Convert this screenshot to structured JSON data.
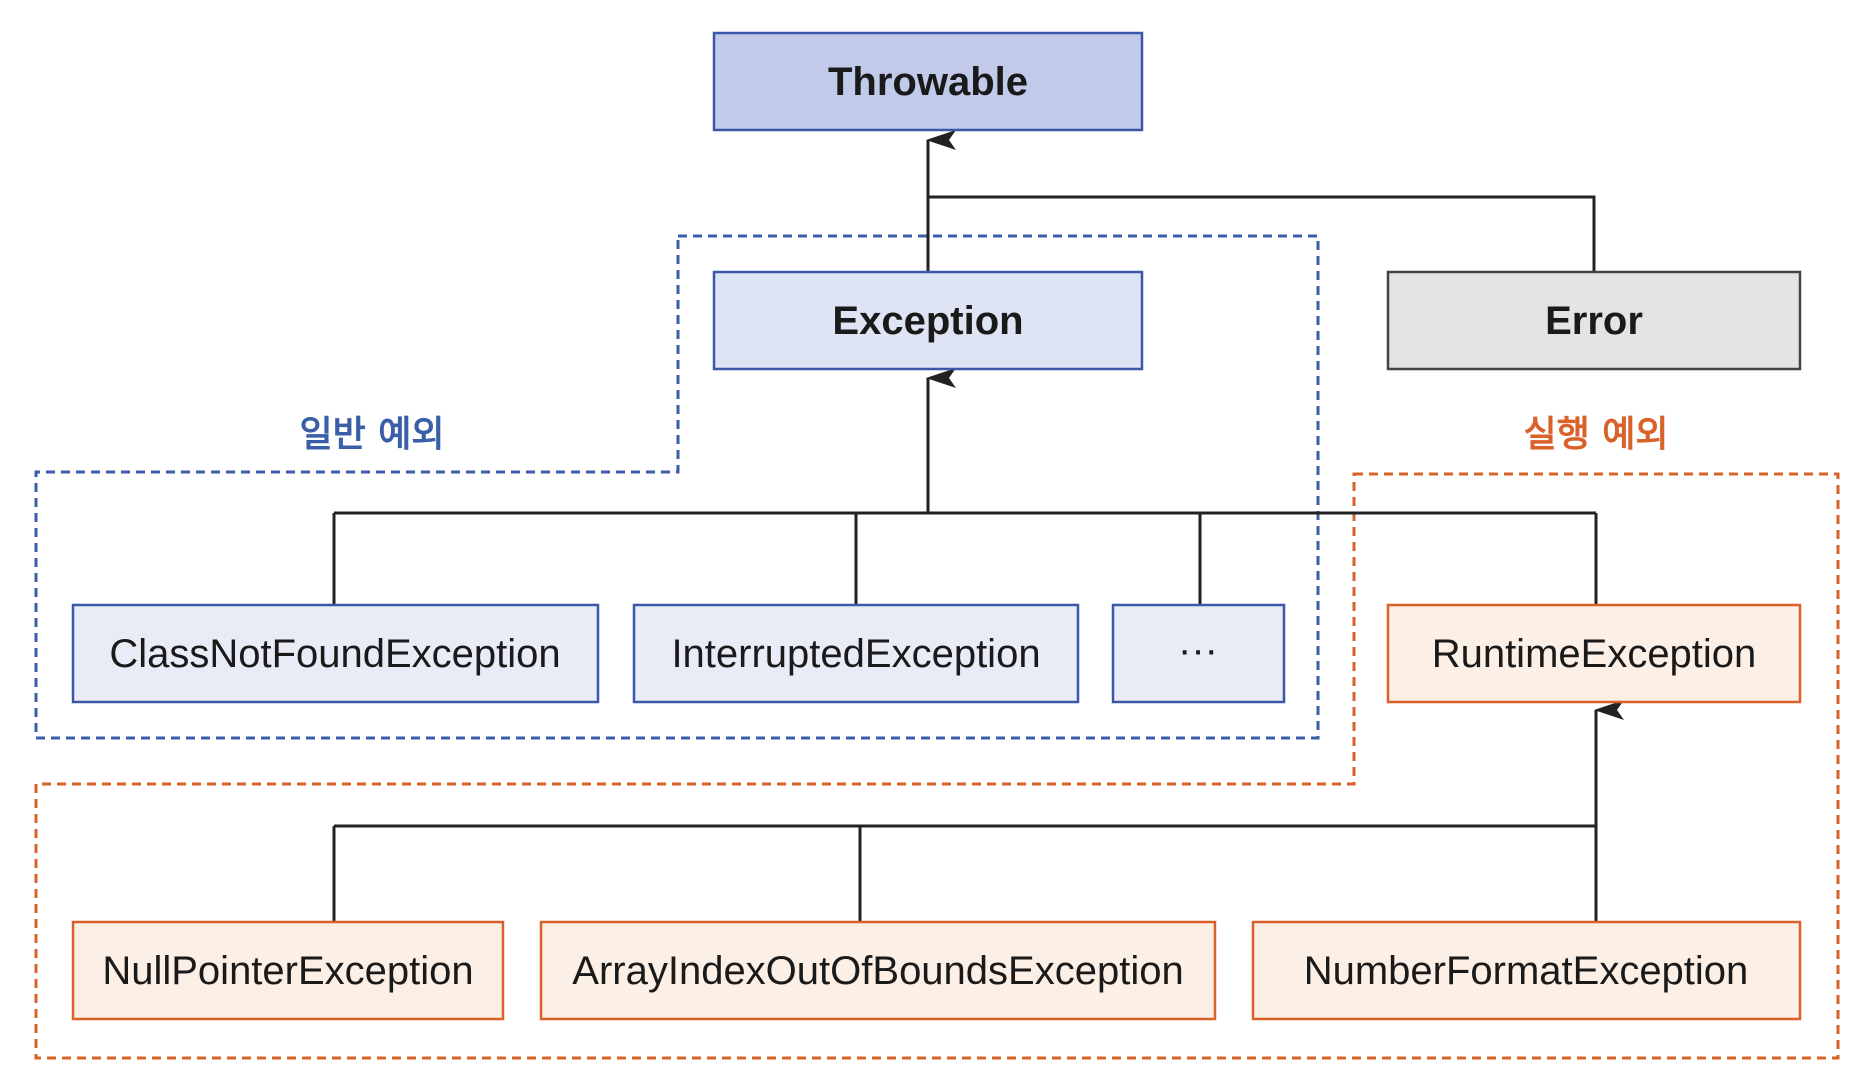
{
  "colors": {
    "throwable_fill": "#c1cae8",
    "exception_fill": "#dfe4f5",
    "checked_fill": "#e9ecf7",
    "checked_border": "#3a57a8",
    "error_fill": "#e4e4e4",
    "error_border": "#444444",
    "runtime_fill": "#fcefe5",
    "runtime_border": "#d9612a",
    "checked_group": "#3a5ea8",
    "runtime_group": "#d9612a",
    "line": "#222222"
  },
  "nodes": {
    "throwable": "Throwable",
    "exception": "Exception",
    "error": "Error",
    "class_not_found": "ClassNotFoundException",
    "interrupted": "InterruptedException",
    "ellipsis": "···",
    "runtime": "RuntimeException",
    "null_pointer": "NullPointerException",
    "array_index": "ArrayIndexOutOfBoundsException",
    "number_format": "NumberFormatException"
  },
  "groups": {
    "checked_label": "일반 예외",
    "runtime_label": "실행 예외"
  }
}
